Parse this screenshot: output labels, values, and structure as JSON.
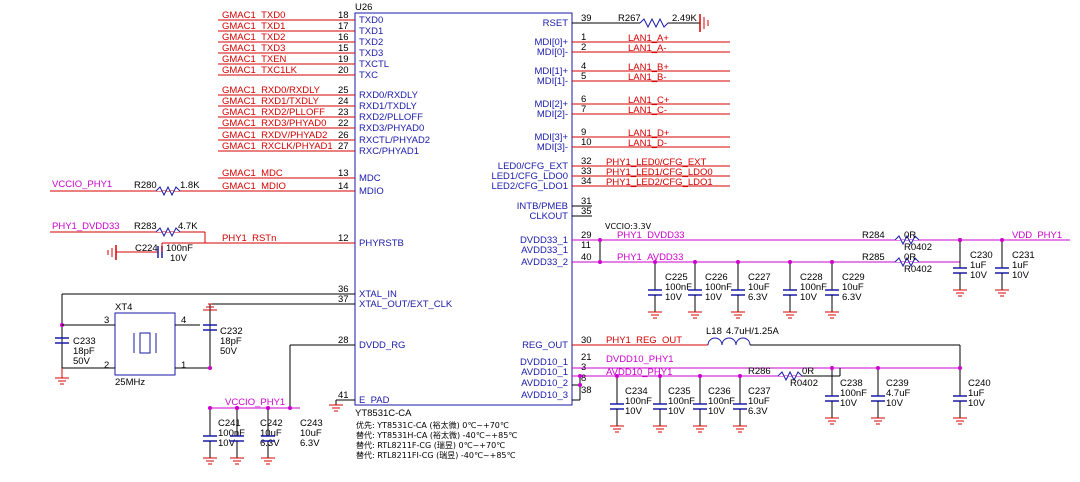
{
  "ic": {
    "ref": "U26",
    "part": "YT8531C-CA",
    "notes": [
      "优先: YT8531C-CA (裕太微) 0℃~+70℃",
      "替代: YT8531H-CA (裕太微) -40℃~+85℃",
      "替代: RTL8211F-CG (瑞昱) 0℃~+70℃",
      "替代: RTL8211FI-CG (瑞昱) -40℃~+85℃"
    ],
    "left_pins": [
      {
        "num": "18",
        "name": "TXD0",
        "net": "GMAC1_TXD0"
      },
      {
        "num": "17",
        "name": "TXD1",
        "net": "GMAC1_TXD1"
      },
      {
        "num": "16",
        "name": "TXD2",
        "net": "GMAC1_TXD2"
      },
      {
        "num": "15",
        "name": "TXD3",
        "net": "GMAC1_TXD3"
      },
      {
        "num": "19",
        "name": "TXCTL",
        "net": "GMAC1_TXEN"
      },
      {
        "num": "20",
        "name": "TXC",
        "net": "GMAC1_TXC1LK"
      },
      {
        "num": "25",
        "name": "RXD0/RXDLY",
        "net": "GMAC1_RXD0/RXDLY"
      },
      {
        "num": "24",
        "name": "RXD1/TXDLY",
        "net": "GMAC1_RXD1/TXDLY"
      },
      {
        "num": "23",
        "name": "RXD2/PLLOFF",
        "net": "GMAC1_RXD2/PLLOFF"
      },
      {
        "num": "22",
        "name": "RXD3/PHYAD0",
        "net": "GMAC1_RXD3/PHYAD0"
      },
      {
        "num": "26",
        "name": "RXCTL/PHYAD2",
        "net": "GMAC1_RXDV/PHYAD2"
      },
      {
        "num": "27",
        "name": "RXC/PHYAD1",
        "net": "GMAC1_RXCLK/PHYAD1"
      },
      {
        "num": "13",
        "name": "MDC",
        "net": "GMAC1_MDC"
      },
      {
        "num": "14",
        "name": "MDIO",
        "net": "GMAC1_MDIO"
      },
      {
        "num": "12",
        "name": "PHYRSTB",
        "net": "PHY1_RSTn"
      },
      {
        "num": "36",
        "name": "XTAL_IN",
        "net": ""
      },
      {
        "num": "37",
        "name": "XTAL_OUT/EXT_CLK",
        "net": ""
      },
      {
        "num": "28",
        "name": "DVDD_RG",
        "net": ""
      },
      {
        "num": "41",
        "name": "E_PAD",
        "net": ""
      }
    ],
    "right_pins": [
      {
        "num": "39",
        "name": "RSET",
        "net": ""
      },
      {
        "num": "1",
        "name": "MDI[0]+",
        "net": "LAN1_A+"
      },
      {
        "num": "2",
        "name": "MDI[0]-",
        "net": "LAN1_A-"
      },
      {
        "num": "4",
        "name": "MDI[1]+",
        "net": "LAN1_B+"
      },
      {
        "num": "5",
        "name": "MDI[1]-",
        "net": "LAN1_B-"
      },
      {
        "num": "6",
        "name": "MDI[2]+",
        "net": "LAN1_C+"
      },
      {
        "num": "7",
        "name": "MDI[2]-",
        "net": "LAN1_C-"
      },
      {
        "num": "9",
        "name": "MDI[3]+",
        "net": "LAN1_D+"
      },
      {
        "num": "10",
        "name": "MDI[3]-",
        "net": "LAN1_D-"
      },
      {
        "num": "32",
        "name": "LED0/CFG_EXT",
        "net": "PHY1_LED0/CFG_EXT"
      },
      {
        "num": "33",
        "name": "LED1/CFG_LDO0",
        "net": "PHY1_LED1/CFG_LDO0"
      },
      {
        "num": "34",
        "name": "LED2/CFG_LDO1",
        "net": "PHY1_LED2/CFG_LDO1"
      },
      {
        "num": "31",
        "name": "INTB/PMEB",
        "net": ""
      },
      {
        "num": "35",
        "name": "CLKOUT",
        "net": ""
      },
      {
        "num": "29",
        "name": "DVDD33_1",
        "net": "PHY1_DVDD33"
      },
      {
        "num": "11",
        "name": "AVDD33_1",
        "net": ""
      },
      {
        "num": "40",
        "name": "AVDD33_2",
        "net": "PHY1_AVDD33"
      },
      {
        "num": "30",
        "name": "REG_OUT",
        "net": "PHY1_REG_OUT"
      },
      {
        "num": "21",
        "name": "DVDD10_1",
        "net": "DVDD10_PHY1"
      },
      {
        "num": "3",
        "name": "AVDD10_1",
        "net": "AVDD10_PHY1"
      },
      {
        "num": "8",
        "name": "AVDD10_2",
        "net": ""
      },
      {
        "num": "38",
        "name": "AVDD10_3",
        "net": ""
      }
    ]
  },
  "nets": {
    "vccio_phy1": "VCCIO_PHY1",
    "phy1_dvdd33": "PHY1_DVDD33",
    "vdd_phy1": "VDD_PHY1",
    "vccio_note": "VCCIO:3.3V"
  },
  "resistors": [
    {
      "ref": "R267",
      "value": "2.49K"
    },
    {
      "ref": "R280",
      "value": "1.8K"
    },
    {
      "ref": "R283",
      "value": "4.7K"
    },
    {
      "ref": "R284",
      "value": "0R",
      "pkg": "R0402"
    },
    {
      "ref": "R285",
      "value": "0R",
      "pkg": "R0402"
    },
    {
      "ref": "R286",
      "value": "0R",
      "pkg": "R0402"
    }
  ],
  "inductor": {
    "ref": "L18",
    "value": "4.7uH/1.25A"
  },
  "crystal": {
    "ref": "XT4",
    "freq": "25MHz",
    "pins": [
      "1",
      "2",
      "3",
      "4"
    ]
  },
  "capacitors": [
    {
      "ref": "C224",
      "value": "100nF",
      "voltage": "10V"
    },
    {
      "ref": "C225",
      "value": "100nF",
      "voltage": "10V"
    },
    {
      "ref": "C226",
      "value": "100nF",
      "voltage": "10V"
    },
    {
      "ref": "C227",
      "value": "10uF",
      "voltage": "6.3V"
    },
    {
      "ref": "C228",
      "value": "100nF",
      "voltage": "10V"
    },
    {
      "ref": "C229",
      "value": "10uF",
      "voltage": "6.3V"
    },
    {
      "ref": "C230",
      "value": "1uF",
      "voltage": "10V"
    },
    {
      "ref": "C231",
      "value": "1uF",
      "voltage": "10V"
    },
    {
      "ref": "C232",
      "value": "18pF",
      "voltage": "50V"
    },
    {
      "ref": "C233",
      "value": "18pF",
      "voltage": "50V"
    },
    {
      "ref": "C234",
      "value": "100nF",
      "voltage": "10V"
    },
    {
      "ref": "C235",
      "value": "100nF",
      "voltage": "10V"
    },
    {
      "ref": "C236",
      "value": "100nF",
      "voltage": "10V"
    },
    {
      "ref": "C237",
      "value": "10uF",
      "voltage": "6.3V"
    },
    {
      "ref": "C238",
      "value": "100nF",
      "voltage": "10V"
    },
    {
      "ref": "C239",
      "value": "4.7uF",
      "voltage": "10V"
    },
    {
      "ref": "C240",
      "value": "1uF",
      "voltage": "10V"
    },
    {
      "ref": "C241",
      "value": "100nF",
      "voltage": "10V"
    },
    {
      "ref": "C242",
      "value": "10uF",
      "voltage": "6.3V"
    },
    {
      "ref": "C243",
      "value": "10uF",
      "voltage": "6.3V"
    }
  ]
}
